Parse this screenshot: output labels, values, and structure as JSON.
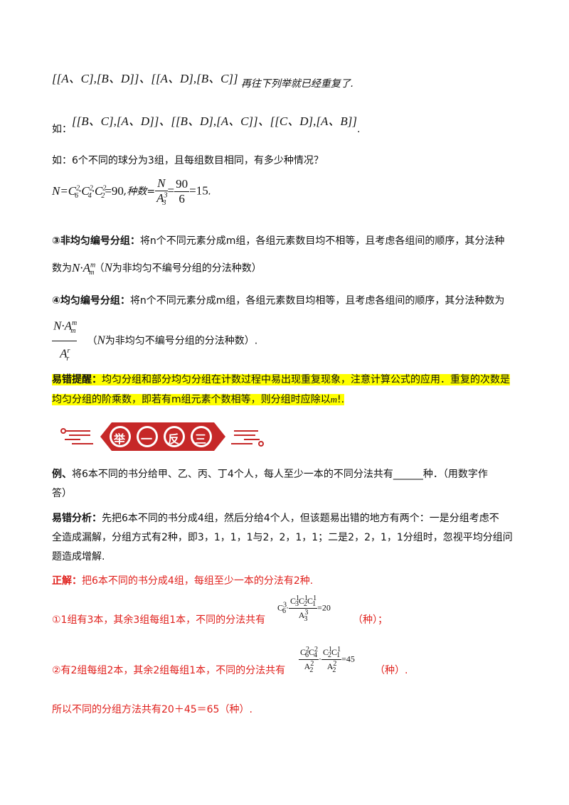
{
  "line1": {
    "expr": "[[A、C],[B、D]]、[[A、D],[B、C]]",
    "tail": "再往下列举就已经重复了."
  },
  "line2": {
    "lead": "如：",
    "expr": "[[B、C],[A、D]]、[[B、D],[A、C]]、[[C、D],[A、B]]",
    "tail": "."
  },
  "example_question": "如：6个不同的球分为3组，且每组数目相同，有多少种情况？",
  "example_formula": {
    "left": "N=C",
    "mid": ",种数=",
    "num1": "N",
    "den1": "A",
    "num2": "90",
    "den2": "6",
    "result": "=15",
    "tail": "."
  },
  "sec3": {
    "title": "③非均匀编号分组：",
    "text1": "将n个不同元素分成m组，各组元素数目均不相等，且考虑各组间的顺序，其分法种",
    "text2": "数为",
    "text3": "（",
    "text4": "为非均匀不编号分组的分法种数）"
  },
  "sec4": {
    "title": "④均匀编号分组：",
    "text1": "将n个不同元素分成m组，各组元素数目均相等，且考虑各组间的顺序，其分法种数为",
    "text2": "（",
    "text3": "为非均匀不编号分组的分法种数）."
  },
  "warning": {
    "title": "易错提醒：",
    "text1": "均匀分组和部分均匀分组在计数过程中易出现重复现象，注意计算公式的应用．重复的次数是",
    "text2": "均匀分组的阶乘数，即若有m组元素个数相等，则分组时应除以",
    "tail": "."
  },
  "banner": {
    "chars": [
      "举",
      "一",
      "反",
      "三"
    ],
    "color": "#c62828"
  },
  "example": {
    "label": "例、",
    "text1": "将6本不同的书分给甲、乙、丙、丁4个人，每人至少一本的不同分法共有",
    "blank": "______",
    "text2": "种．（用数字作",
    "text3": "答）"
  },
  "analysis": {
    "label": "易错分析：",
    "text1": "先把6本不同的书分成4组，然后分给4个人，但该题易出错的地方有两个：一是分组考虑不",
    "text2": "全造成漏解，分组方式有2种，即3，1，1，1与2，2，1，1；二是2，2，1，1分组时，忽视平均分组问",
    "text3": "题造成增解."
  },
  "solution": {
    "label": "正解：",
    "text": "把6本不同的书分成4组，每组至少一本的分法有2种.",
    "case1_text": "①1组有3本，其余3组每组1本，不同的分法共有",
    "case1_tail": "（种）；",
    "case1_result": "=20",
    "case2_text": "②有2组每组2本，其余2组每组1本，不同的分法共有",
    "case2_tail": "（种）.",
    "case2_result": "=45",
    "conclusion": "所以不同的分组方法共有20＋45＝65（种）."
  }
}
